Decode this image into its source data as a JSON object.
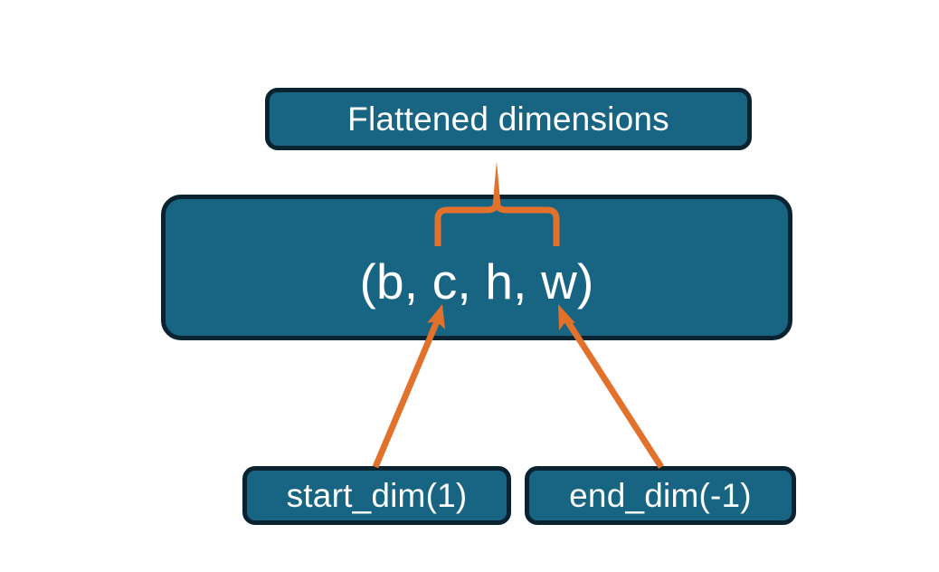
{
  "diagram": {
    "title": "Flatten dimensions diagram",
    "background_color": "#ffffff",
    "node_fill_color": "#186483",
    "node_border_color": "#092430",
    "node_text_color": "#ffffff",
    "connector_color": "#E2712C",
    "nodes": {
      "flattened": {
        "label": "Flattened dimensions"
      },
      "shape": {
        "label": "(b, c, h, w)"
      },
      "start_dim": {
        "label": "start_dim(1)"
      },
      "end_dim": {
        "label": "end_dim(-1)"
      }
    },
    "connectors": [
      {
        "name": "brace-flattened-to-shape",
        "type": "curly-brace",
        "points_to": "Flattened dimensions"
      },
      {
        "name": "arrow-start-dim-to-shape",
        "type": "arrow",
        "points_to": "c"
      },
      {
        "name": "arrow-end-dim-to-shape",
        "type": "arrow",
        "points_to": "w"
      }
    ]
  }
}
